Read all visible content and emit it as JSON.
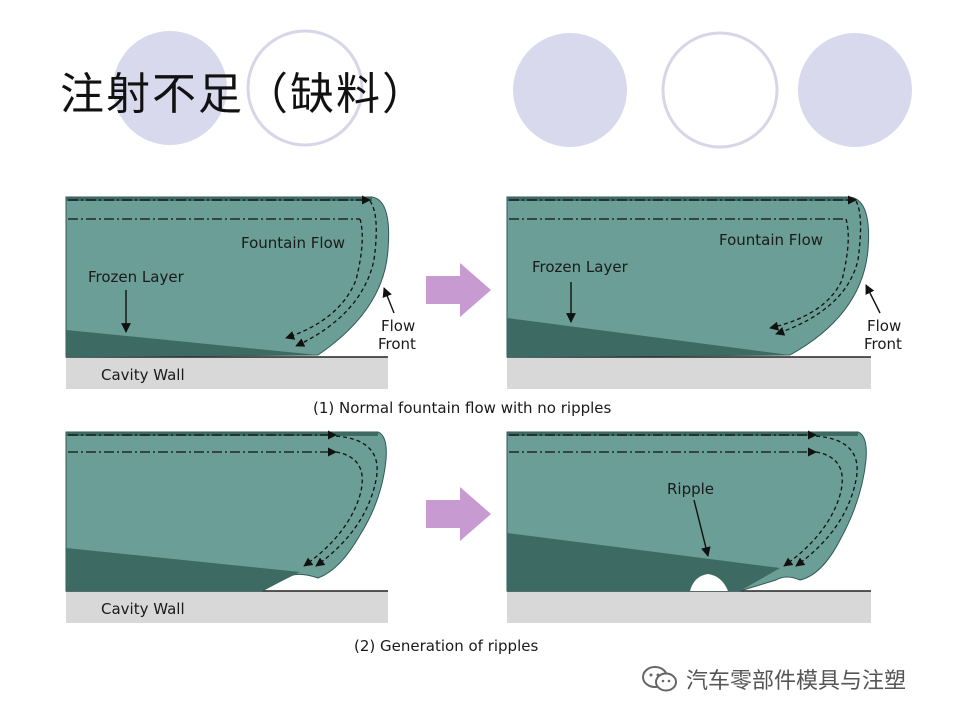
{
  "title": "注射不足（缺料）",
  "labels": {
    "fountain_flow": "Fountain Flow",
    "frozen_layer": "Frozen Layer",
    "flow": "Flow",
    "front": "Front",
    "cavity_wall": "Cavity Wall",
    "ripple": "Ripple"
  },
  "captions": {
    "row1": "(1) Normal fountain flow with no ripples",
    "row2": "(2) Generation of ripples"
  },
  "watermark": {
    "text": "汽车零部件模具与注塑",
    "icon": "wechat-icon"
  },
  "colors": {
    "melt": "#6a9e96",
    "frozen": "#3d6b63",
    "wall": "#d8d8d8",
    "arrow": "#c79ad2",
    "circle_fill": "#d9d9ee",
    "circle_ring": "#d6d6e8"
  }
}
